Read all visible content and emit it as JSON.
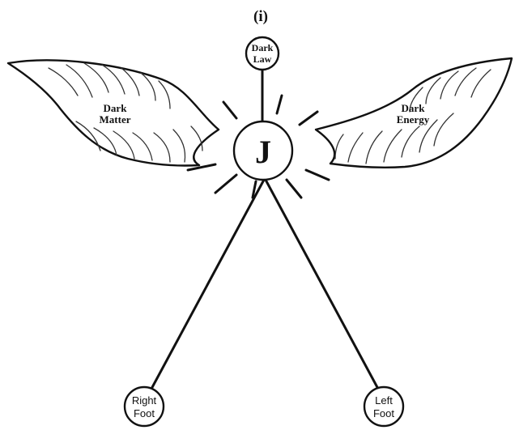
{
  "figure": {
    "label": "(i)"
  },
  "nodes": {
    "top": {
      "line1": "Dark",
      "line2": "Law"
    },
    "center": {
      "label": "J"
    },
    "left_wing": {
      "line1": "Dark",
      "line2": "Matter"
    },
    "right_wing": {
      "line1": "Dark",
      "line2": "Energy"
    },
    "bottom_left": {
      "line1": "Right",
      "line2": "Foot"
    },
    "bottom_right": {
      "line1": "Left",
      "line2": "Foot"
    }
  }
}
